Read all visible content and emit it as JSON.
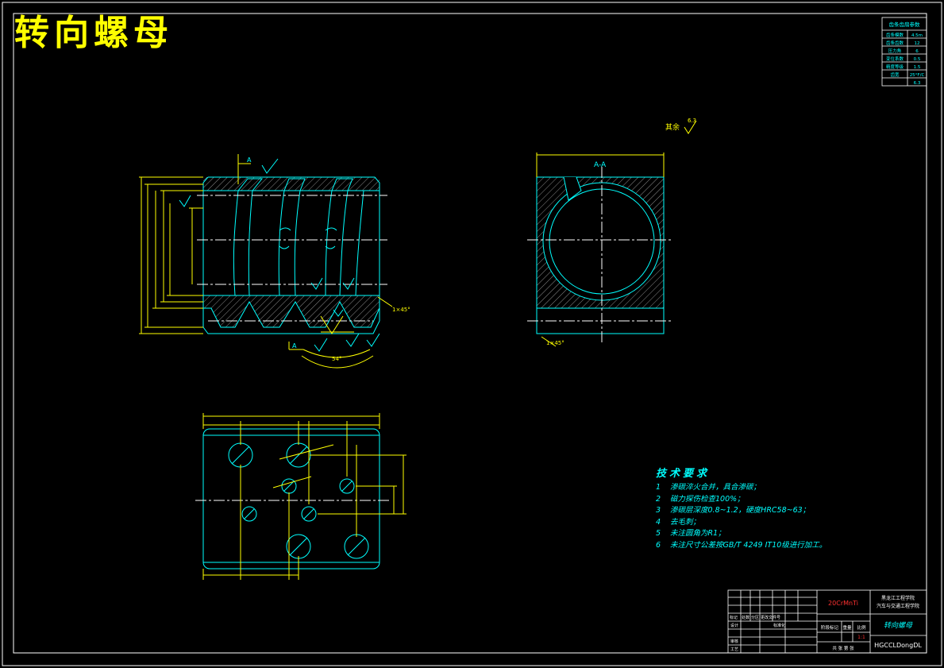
{
  "drawing": {
    "title": "转向螺母",
    "tech_requirements": {
      "heading": "技术要求",
      "items": [
        {
          "no": "1",
          "text": "渗碳淬火合并，具合渗碳；"
        },
        {
          "no": "2",
          "text": "磁力探伤检查100%；"
        },
        {
          "no": "3",
          "text": "渗碳层深度0.8~1.2，硬度HRC58~63；"
        },
        {
          "no": "4",
          "text": "去毛刺；"
        },
        {
          "no": "5",
          "text": "未注圆角为R1；"
        },
        {
          "no": "6",
          "text": "未注尺寸公差按GB/T 4249 IT10级进行加工。"
        }
      ]
    },
    "roughness_note": "其余",
    "roughness_value": "6.3",
    "section_label": "A-A",
    "section_mark_a1": "A",
    "section_mark_a2": "A",
    "chamfer_left": "1×45°",
    "chamfer_right": "1×45°",
    "pitch_angle": "54°"
  },
  "param_table": {
    "heading": "齿条齿扇参数",
    "rows": [
      [
        "齿条模数",
        "4.5m"
      ],
      [
        "齿条齿数",
        "12"
      ],
      [
        "压力角",
        "6"
      ],
      [
        "变位系数",
        "0.5"
      ],
      [
        "精度等级",
        "1.5"
      ],
      [
        "齿宽",
        "25°F/C"
      ],
      [
        "",
        "6.3"
      ]
    ]
  },
  "title_block": {
    "material": "20CrMnTi",
    "school_1": "黑龙江工程学院",
    "school_2": "汽车与交通工程学院",
    "part_name": "转向螺母",
    "drawing_no": "HGCCLDongDL",
    "scale": "1:1",
    "col_labels": [
      "阶段标记",
      "重量",
      "比例"
    ],
    "sheet_text": "共 张 第 张",
    "sign_row": [
      "标记",
      "处数",
      "分区",
      "更改文件号"
    ],
    "rows_left": [
      "设计",
      "审核",
      "工艺"
    ],
    "std_label": "标准化"
  }
}
